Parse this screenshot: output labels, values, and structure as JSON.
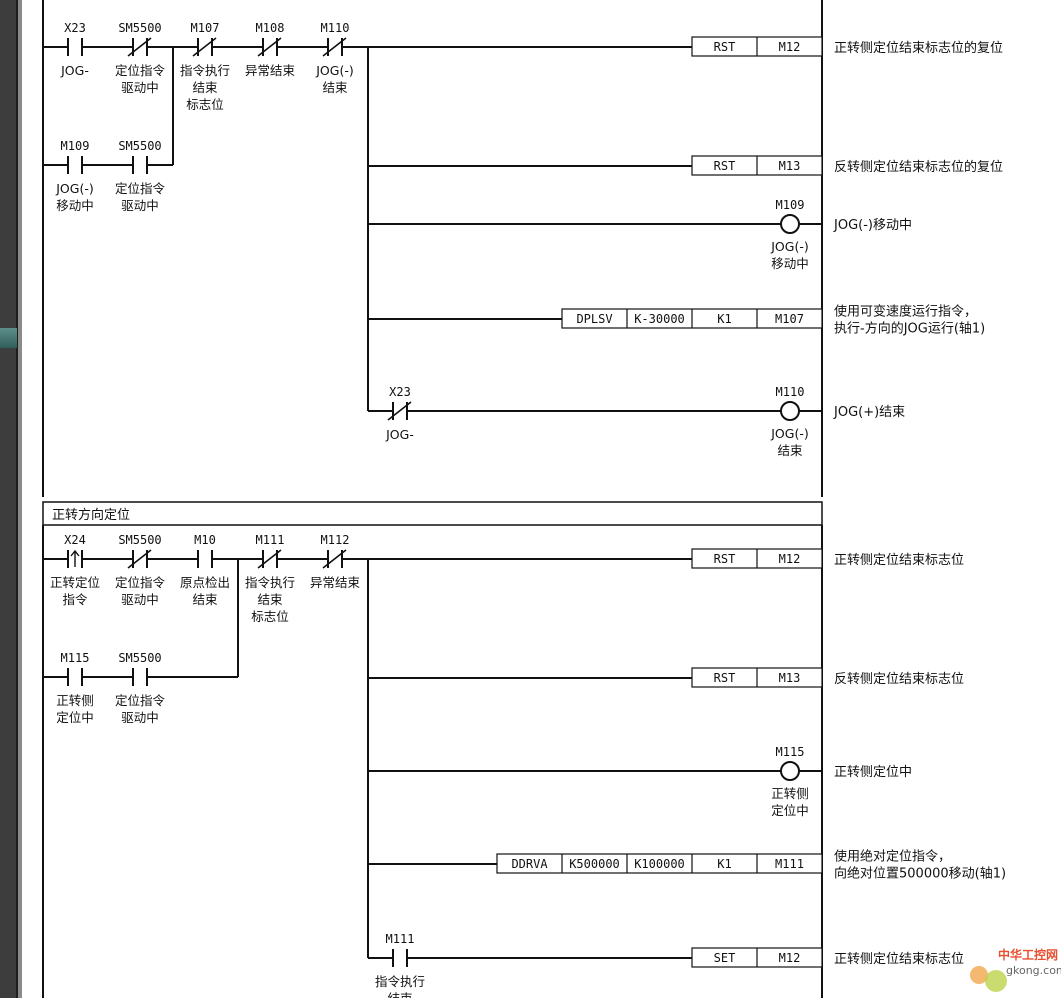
{
  "blocks": [
    {
      "title": null,
      "contacts": [
        {
          "dev": "X23",
          "type": "NO",
          "comment": [
            "JOG-"
          ]
        },
        {
          "dev": "SM5500",
          "type": "NC",
          "comment": [
            "定位指令",
            "驱动中"
          ]
        },
        {
          "dev": "M107",
          "type": "NC",
          "comment": [
            "指令执行",
            "结束",
            "标志位"
          ]
        },
        {
          "dev": "M108",
          "type": "NC",
          "comment": [
            "异常结束"
          ]
        },
        {
          "dev": "M110",
          "type": "NC",
          "comment": [
            "JOG(-)",
            "结束"
          ]
        },
        {
          "dev": "M109",
          "type": "NO",
          "comment": [
            "JOG(-)",
            "移动中"
          ]
        },
        {
          "dev": "SM5500",
          "type": "NO",
          "comment": [
            "定位指令",
            "驱动中"
          ]
        },
        {
          "dev": "X23",
          "type": "NC",
          "comment": [
            "JOG-"
          ]
        }
      ],
      "outputs": [
        {
          "kind": "box",
          "cells": [
            "RST",
            "M12"
          ],
          "note": [
            "正转侧定位结束标志位的复位"
          ]
        },
        {
          "kind": "box",
          "cells": [
            "RST",
            "M13"
          ],
          "note": [
            "反转侧定位结束标志位的复位"
          ]
        },
        {
          "kind": "coil",
          "dev": "M109",
          "comment": [
            "JOG(-)",
            "移动中"
          ],
          "note": [
            "JOG(-)移动中"
          ]
        },
        {
          "kind": "box",
          "cells": [
            "DPLSV",
            "K-30000",
            "K1",
            "M107"
          ],
          "note": [
            "使用可变速度运行指令，",
            "执行-方向的JOG运行(轴1)"
          ]
        },
        {
          "kind": "coil",
          "dev": "M110",
          "comment": [
            "JOG(-)",
            "结束"
          ],
          "note": [
            "JOG(+)结束"
          ]
        }
      ]
    },
    {
      "title": "正转方向定位",
      "contacts": [
        {
          "dev": "X24",
          "type": "RISE",
          "comment": [
            "正转定位",
            "指令"
          ]
        },
        {
          "dev": "SM5500",
          "type": "NC",
          "comment": [
            "定位指令",
            "驱动中"
          ]
        },
        {
          "dev": "M10",
          "type": "NO",
          "comment": [
            "原点检出",
            "结束"
          ]
        },
        {
          "dev": "M111",
          "type": "NC",
          "comment": [
            "指令执行",
            "结束",
            "标志位"
          ]
        },
        {
          "dev": "M112",
          "type": "NC",
          "comment": [
            "异常结束"
          ]
        },
        {
          "dev": "M115",
          "type": "NO",
          "comment": [
            "正转侧",
            "定位中"
          ]
        },
        {
          "dev": "SM5500",
          "type": "NO",
          "comment": [
            "定位指令",
            "驱动中"
          ]
        },
        {
          "dev": "M111",
          "type": "NO",
          "comment": [
            "指令执行",
            "结束"
          ]
        }
      ],
      "outputs": [
        {
          "kind": "box",
          "cells": [
            "RST",
            "M12"
          ],
          "note": [
            "正转侧定位结束标志位"
          ]
        },
        {
          "kind": "box",
          "cells": [
            "RST",
            "M13"
          ],
          "note": [
            "反转侧定位结束标志位"
          ]
        },
        {
          "kind": "coil",
          "dev": "M115",
          "comment": [
            "正转侧",
            "定位中"
          ],
          "note": [
            "正转侧定位中"
          ]
        },
        {
          "kind": "box",
          "cells": [
            "DDRVA",
            "K500000",
            "K100000",
            "K1",
            "M111"
          ],
          "note": [
            "使用绝对定位指令，",
            "向绝对位置500000移动(轴1)"
          ]
        },
        {
          "kind": "box",
          "cells": [
            "SET",
            "M12"
          ],
          "note": [
            "正转侧定位结束标志位"
          ]
        }
      ]
    }
  ],
  "watermark": {
    "brand": "中华工控网",
    "site": "gkong.com"
  }
}
